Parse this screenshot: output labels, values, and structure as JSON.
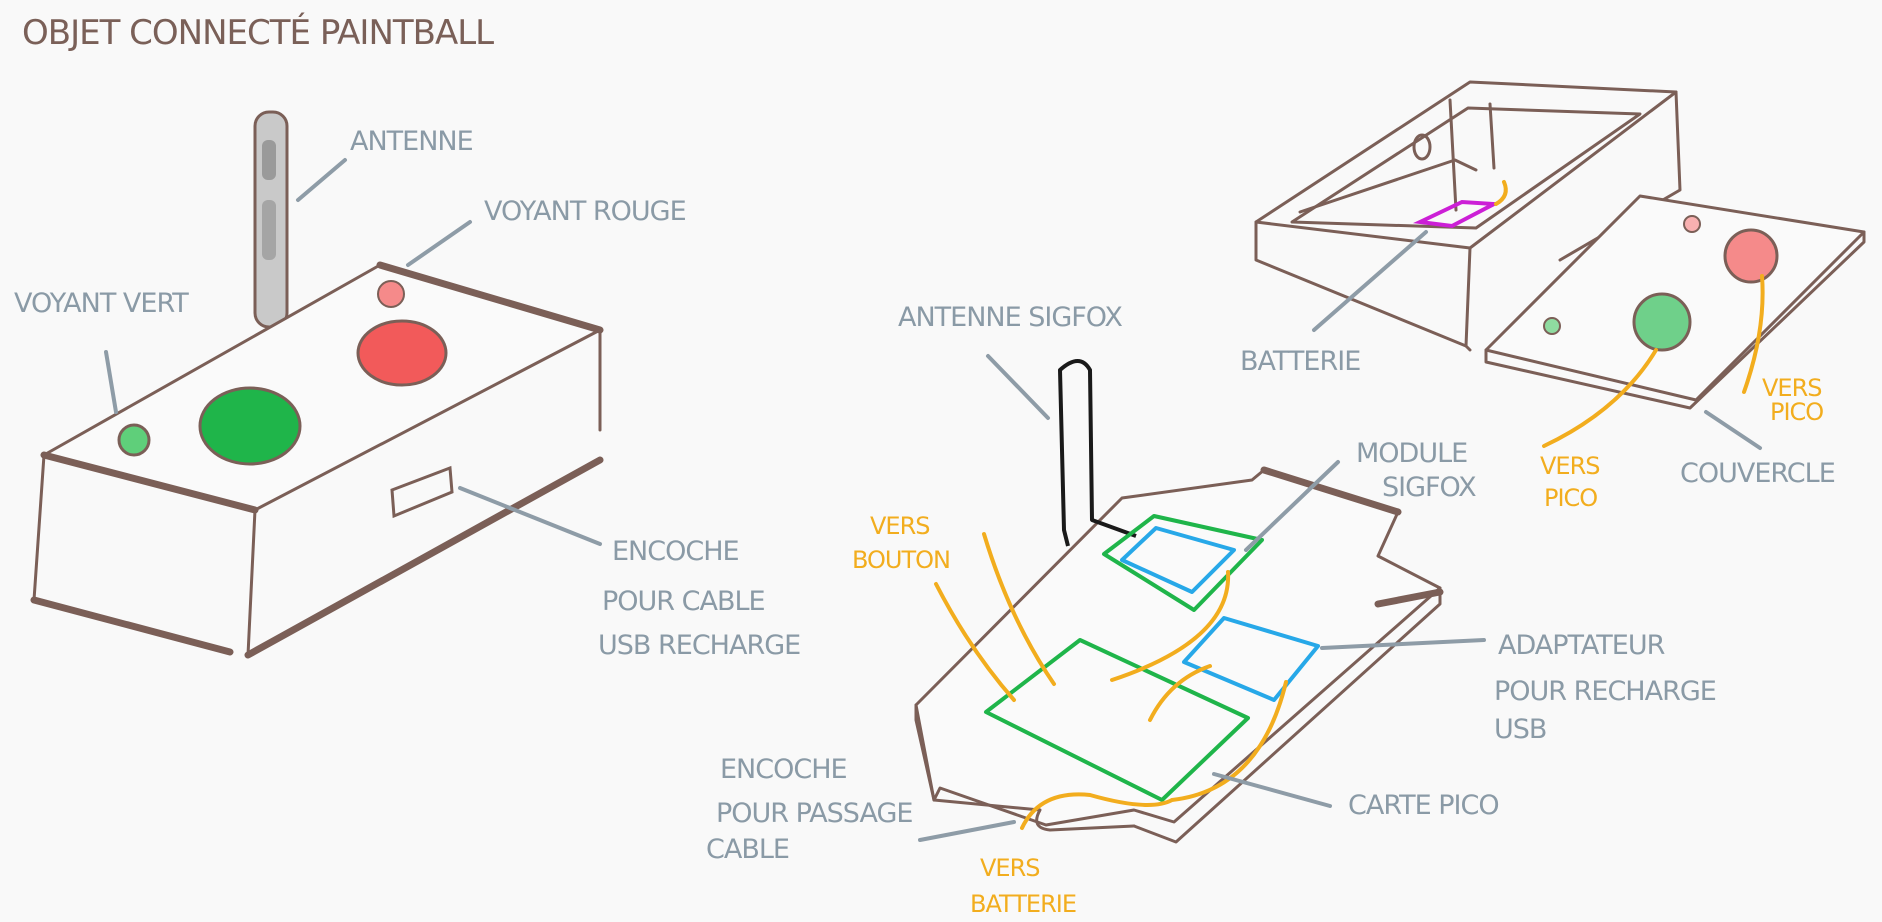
{
  "title": "OBJET CONNECTÉ PAINTBALL",
  "labels": {
    "antenne": "ANTENNE",
    "voyant_rouge": "VOYANT ROUGE",
    "voyant_vert": "VOYANT VERT",
    "encoche_cable": [
      "ENCOCHE",
      "POUR CABLE",
      "USB RECHARGE"
    ],
    "antenne_sigfox": "ANTENNE SIGFOX",
    "module_sigfox": [
      "MODULE",
      "SIGFOX"
    ],
    "adaptateur": [
      "ADAPTATEUR",
      "POUR RECHARGE",
      "USB"
    ],
    "carte_pico": "CARTE PICO",
    "encoche_passage": [
      "ENCOCHE",
      "POUR PASSAGE",
      "CABLE"
    ],
    "batterie": "BATTERIE",
    "couvercle": "COUVERCLE",
    "vers_bouton": [
      "VERS",
      "BOUTON"
    ],
    "vers_batterie": [
      "VERS",
      "BATTERIE"
    ],
    "vers_pico_1": [
      "VERS",
      "PICO"
    ],
    "vers_pico_2": [
      "VERS",
      "PICO"
    ]
  },
  "colors": {
    "outline": "#7b5f57",
    "label_grey": "#8a9aa6",
    "wire_orange": "#f2ad1e",
    "led_red": "#f25a5a",
    "led_green": "#1fb54a",
    "pcb_green": "#1fb54a",
    "module_blue": "#27a8e8",
    "battery_magenta": "#cc1fd6",
    "background": "#f9f9f9"
  }
}
